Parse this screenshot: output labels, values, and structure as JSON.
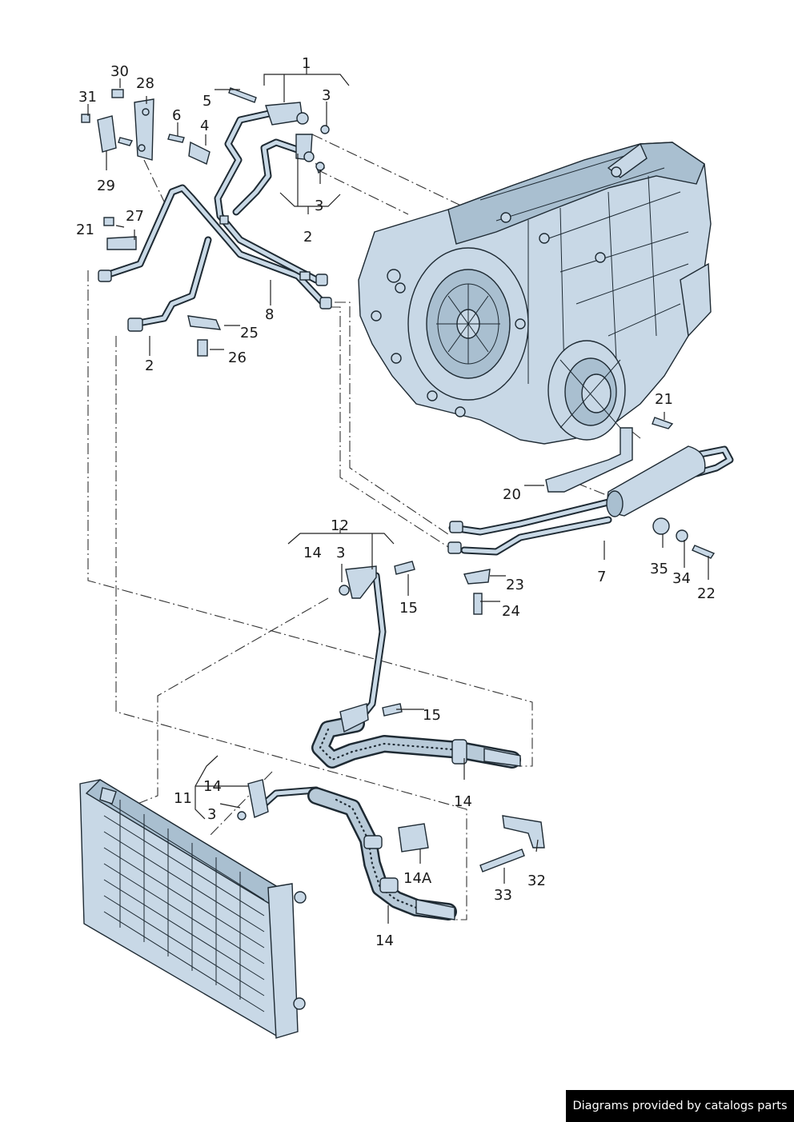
{
  "labels": {
    "l1": "1",
    "l2a": "2",
    "l2b": "2",
    "l3a": "3",
    "l3b": "3",
    "l3c": "3",
    "l3d": "3",
    "l4": "4",
    "l5": "5",
    "l6": "6",
    "l7": "7",
    "l8": "8",
    "l11": "11",
    "l12": "12",
    "l14a": "14",
    "l14b": "14",
    "l14c": "14",
    "l14d": "14",
    "l14A": "14A",
    "l15a": "15",
    "l15b": "15",
    "l20": "20",
    "l21a": "21",
    "l21b": "21",
    "l22": "22",
    "l23": "23",
    "l24": "24",
    "l25": "25",
    "l26": "26",
    "l27": "27",
    "l28": "28",
    "l29": "29",
    "l30": "30",
    "l31": "31",
    "l32": "32",
    "l33": "33",
    "l34": "34",
    "l35": "35"
  },
  "footer": {
    "text": "Diagrams provided by catalogs parts"
  },
  "colors": {
    "part_fill": "#c8d8e6",
    "outline": "#1e2a33",
    "footer_bg": "#000000"
  }
}
